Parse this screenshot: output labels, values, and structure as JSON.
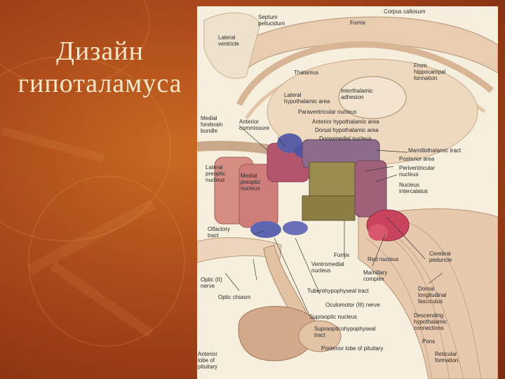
{
  "slide": {
    "title_line1": "Дизайн",
    "title_line2": "гипоталамуса"
  },
  "colors": {
    "background": "#a9481a",
    "title": "#f6e7c8",
    "illustration_bg": "#f6efdd"
  },
  "figure": {
    "labels": {
      "corpus_callosum": "Corpus callosum",
      "septum_pellucidum_1": "Septum",
      "septum_pellucidum_2": "pellucidum",
      "fornix_top": "Fornix",
      "lateral_ventricle_1": "Lateral",
      "lateral_ventricle_2": "ventricle",
      "thalamus": "Thalamus",
      "from_hippocampal_1": "From",
      "from_hippocampal_2": "hippocampal",
      "from_hippocampal_3": "formation",
      "interthalamic_1": "Interthalamic",
      "interthalamic_2": "adhesion",
      "lateral_hypothalamic_1": "Lateral",
      "lateral_hypothalamic_2": "hypothalamic area",
      "paraventricular": "Paraventricular nucleus",
      "anterior_hypothalamic": "Anterior hypothalamic area",
      "dorsal_hypothalamic": "Dorsal hypothalamic area",
      "dorsomedial": "Dorsomedial nucleus",
      "medial_forebrain_1": "Medial",
      "medial_forebrain_2": "forebrain",
      "medial_forebrain_3": "bundle",
      "anterior_commissure_1": "Anterior",
      "anterior_commissure_2": "commissure",
      "mamillothalamic": "Mamillothalamic tract",
      "posterior_area": "Posterior area",
      "periventricular_1": "Periventricular",
      "periventricular_2": "nucleus",
      "intercalatus_1": "Nucleus",
      "intercalatus_2": "intercalatus",
      "lateral_preoptic_1": "Lateral",
      "lateral_preoptic_2": "preoptic",
      "lateral_preoptic_3": "nucleus",
      "medial_preoptic_1": "Medial",
      "medial_preoptic_2": "preoptic",
      "medial_preoptic_3": "nucleus",
      "olfactory_1": "Olfactory",
      "olfactory_2": "tract",
      "fornix_bottom": "Fornix",
      "ventromedial_1": "Ventromedial",
      "ventromedial_2": "nucleus",
      "red_nucleus": "Red nucleus",
      "mamillary_1": "Mamillary",
      "mamillary_2": "complex",
      "cerebral_peduncle_1": "Cerebral",
      "cerebral_peduncle_2": "peduncle",
      "optic_nerve_1": "Optic (II)",
      "optic_nerve_2": "nerve",
      "optic_chiasm": "Optic chiasm",
      "tuberohypophyseal": "Tuberohypophyseal tract",
      "oculomotor": "Oculomotor (III) nerve",
      "dorsal_longitudinal_1": "Dorsal",
      "dorsal_longitudinal_2": "longitudinal",
      "dorsal_longitudinal_3": "fasciculus",
      "descending_1": "Descending",
      "descending_2": "hypothalamic",
      "descending_3": "connections",
      "supraoptic": "Supraoptic nucleus",
      "supraopticohypophyseal_1": "Supraopticohypophyseal",
      "supraopticohypophyseal_2": "tract",
      "pons": "Pons",
      "reticular_1": "Reticular",
      "reticular_2": "formation",
      "anterior_pituitary_1": "Anterior",
      "anterior_pituitary_2": "lobe of",
      "anterior_pituitary_3": "pituitary",
      "posterior_pituitary": "Posterior lobe of pituitary"
    }
  }
}
